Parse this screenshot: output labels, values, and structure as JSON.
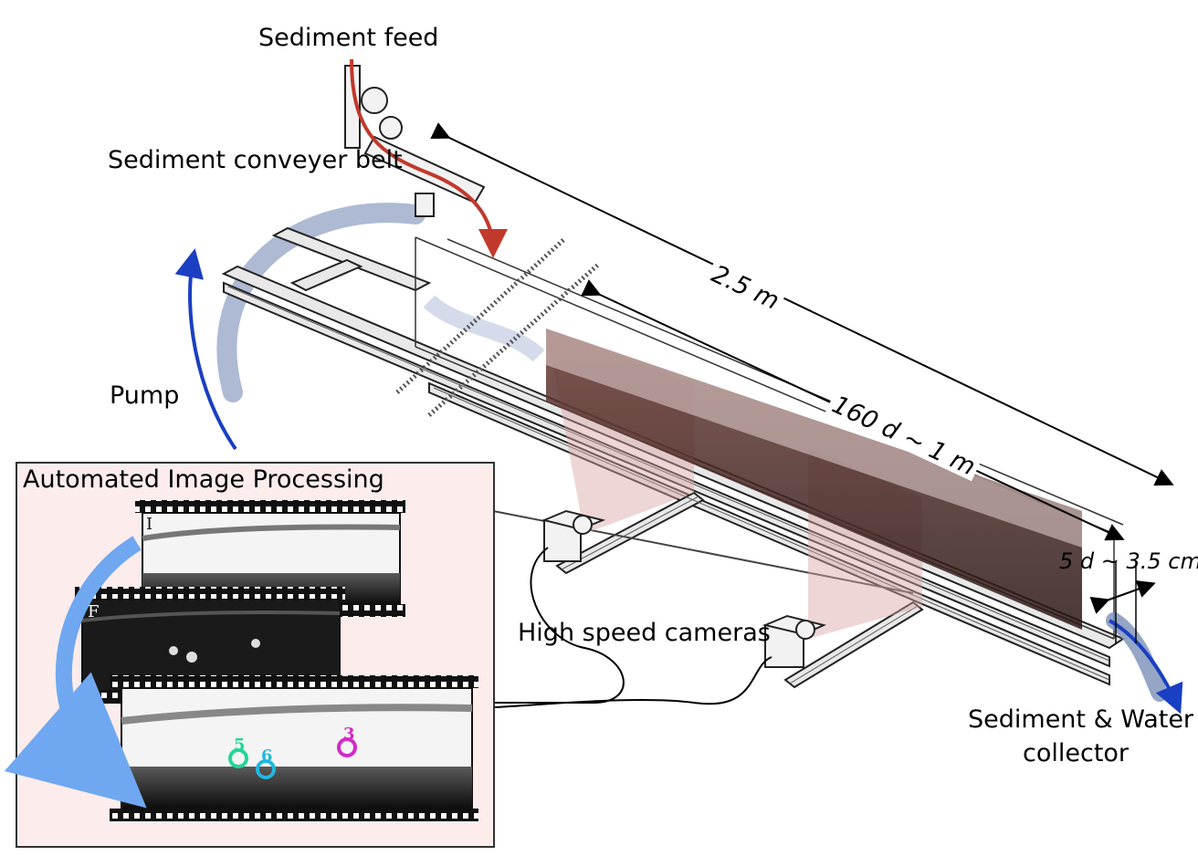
{
  "labels": {
    "sediment_feed": "Sediment feed",
    "conveyer_belt": "Sediment conveyer belt",
    "pump": "Pump",
    "length_total": "2.5 m",
    "length_section": "160 d ~ 1 m",
    "width": "5 d ~ 3.5 cm",
    "cameras": "High speed cameras",
    "collector_line1": "Sediment & Water",
    "collector_line2": "collector"
  },
  "processing": {
    "title": "Automated Image Processing",
    "frames": [
      {
        "tag": "I"
      },
      {
        "tag": "F"
      },
      {
        "tag": ""
      }
    ],
    "tracked_particles": [
      {
        "id": "5",
        "color": "#22d69a"
      },
      {
        "id": "6",
        "color": "#22b8e0"
      },
      {
        "id": "3",
        "color": "#d428c8"
      }
    ]
  },
  "colors": {
    "sediment_path": "#c0392b",
    "pump_flow": "#1a3fc2",
    "pump_return": "#9aa8c8",
    "camera_field": "#d9a3a3",
    "processing_arrow": "#6fa8f0"
  }
}
